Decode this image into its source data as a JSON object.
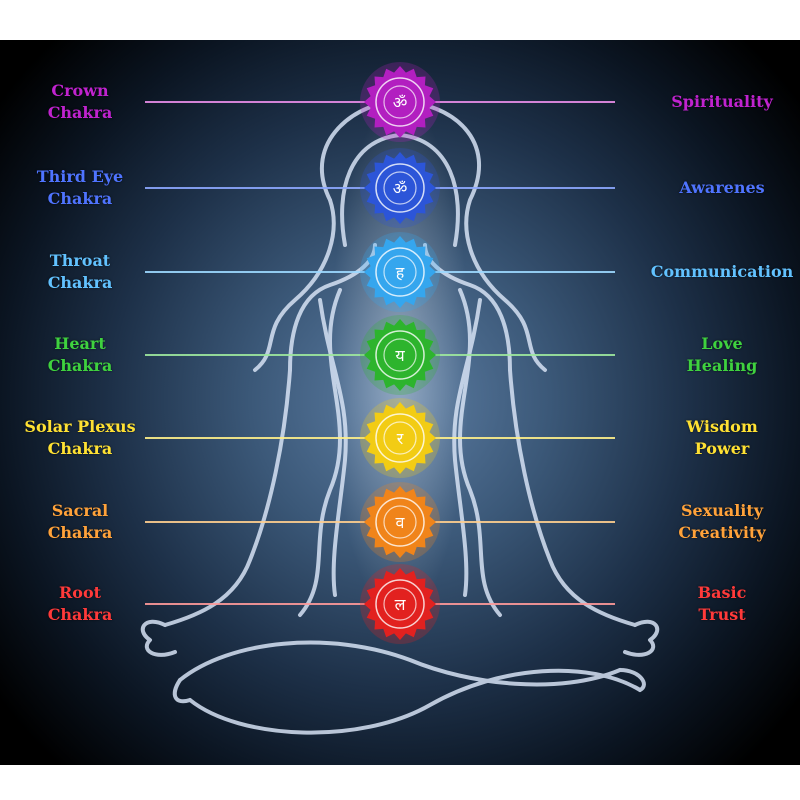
{
  "chakras": [
    {
      "name_line1": "Crown",
      "name_line2": "Chakra",
      "meaning_line1": "Spirituality",
      "meaning_line2": "",
      "color": "#b21fc0",
      "text_color": "#c023cf",
      "line_color": "#e88de8",
      "glyph": "ॐ",
      "icon": "crown-chakra-om-icon"
    },
    {
      "name_line1": "Third Eye",
      "name_line2": "Chakra",
      "meaning_line1": "Awarenes",
      "meaning_line2": "",
      "color": "#2c55d8",
      "text_color": "#4f74ff",
      "line_color": "#8da8ff",
      "glyph": "ॐ",
      "icon": "third-eye-chakra-icon"
    },
    {
      "name_line1": "Throat",
      "name_line2": "Chakra",
      "meaning_line1": "Communication",
      "meaning_line2": "",
      "color": "#35a6ee",
      "text_color": "#62c2ff",
      "line_color": "#9dd9ff",
      "glyph": "ह",
      "icon": "throat-chakra-icon"
    },
    {
      "name_line1": "Heart",
      "name_line2": "Chakra",
      "meaning_line1": "Love",
      "meaning_line2": "Healing",
      "color": "#2db42d",
      "text_color": "#3fd23f",
      "line_color": "#9ee89e",
      "glyph": "य",
      "icon": "heart-chakra-icon"
    },
    {
      "name_line1": "Solar Plexus",
      "name_line2": "Chakra",
      "meaning_line1": "Wisdom",
      "meaning_line2": "Power",
      "color": "#f2cc14",
      "text_color": "#ffe133",
      "line_color": "#fff08a",
      "glyph": "र",
      "icon": "solar-plexus-chakra-icon"
    },
    {
      "name_line1": "Sacral",
      "name_line2": "Chakra",
      "meaning_line1": "Sexuality",
      "meaning_line2": "Creativity",
      "color": "#f0841a",
      "text_color": "#ffa23a",
      "line_color": "#ffcf8f",
      "glyph": "व",
      "icon": "sacral-chakra-icon"
    },
    {
      "name_line1": "Root",
      "name_line2": "Chakra",
      "meaning_line1": "Basic",
      "meaning_line2": "Trust",
      "color": "#e2211f",
      "text_color": "#ff3a3a",
      "line_color": "#ff9a9a",
      "glyph": "ल",
      "icon": "root-chakra-icon"
    }
  ]
}
